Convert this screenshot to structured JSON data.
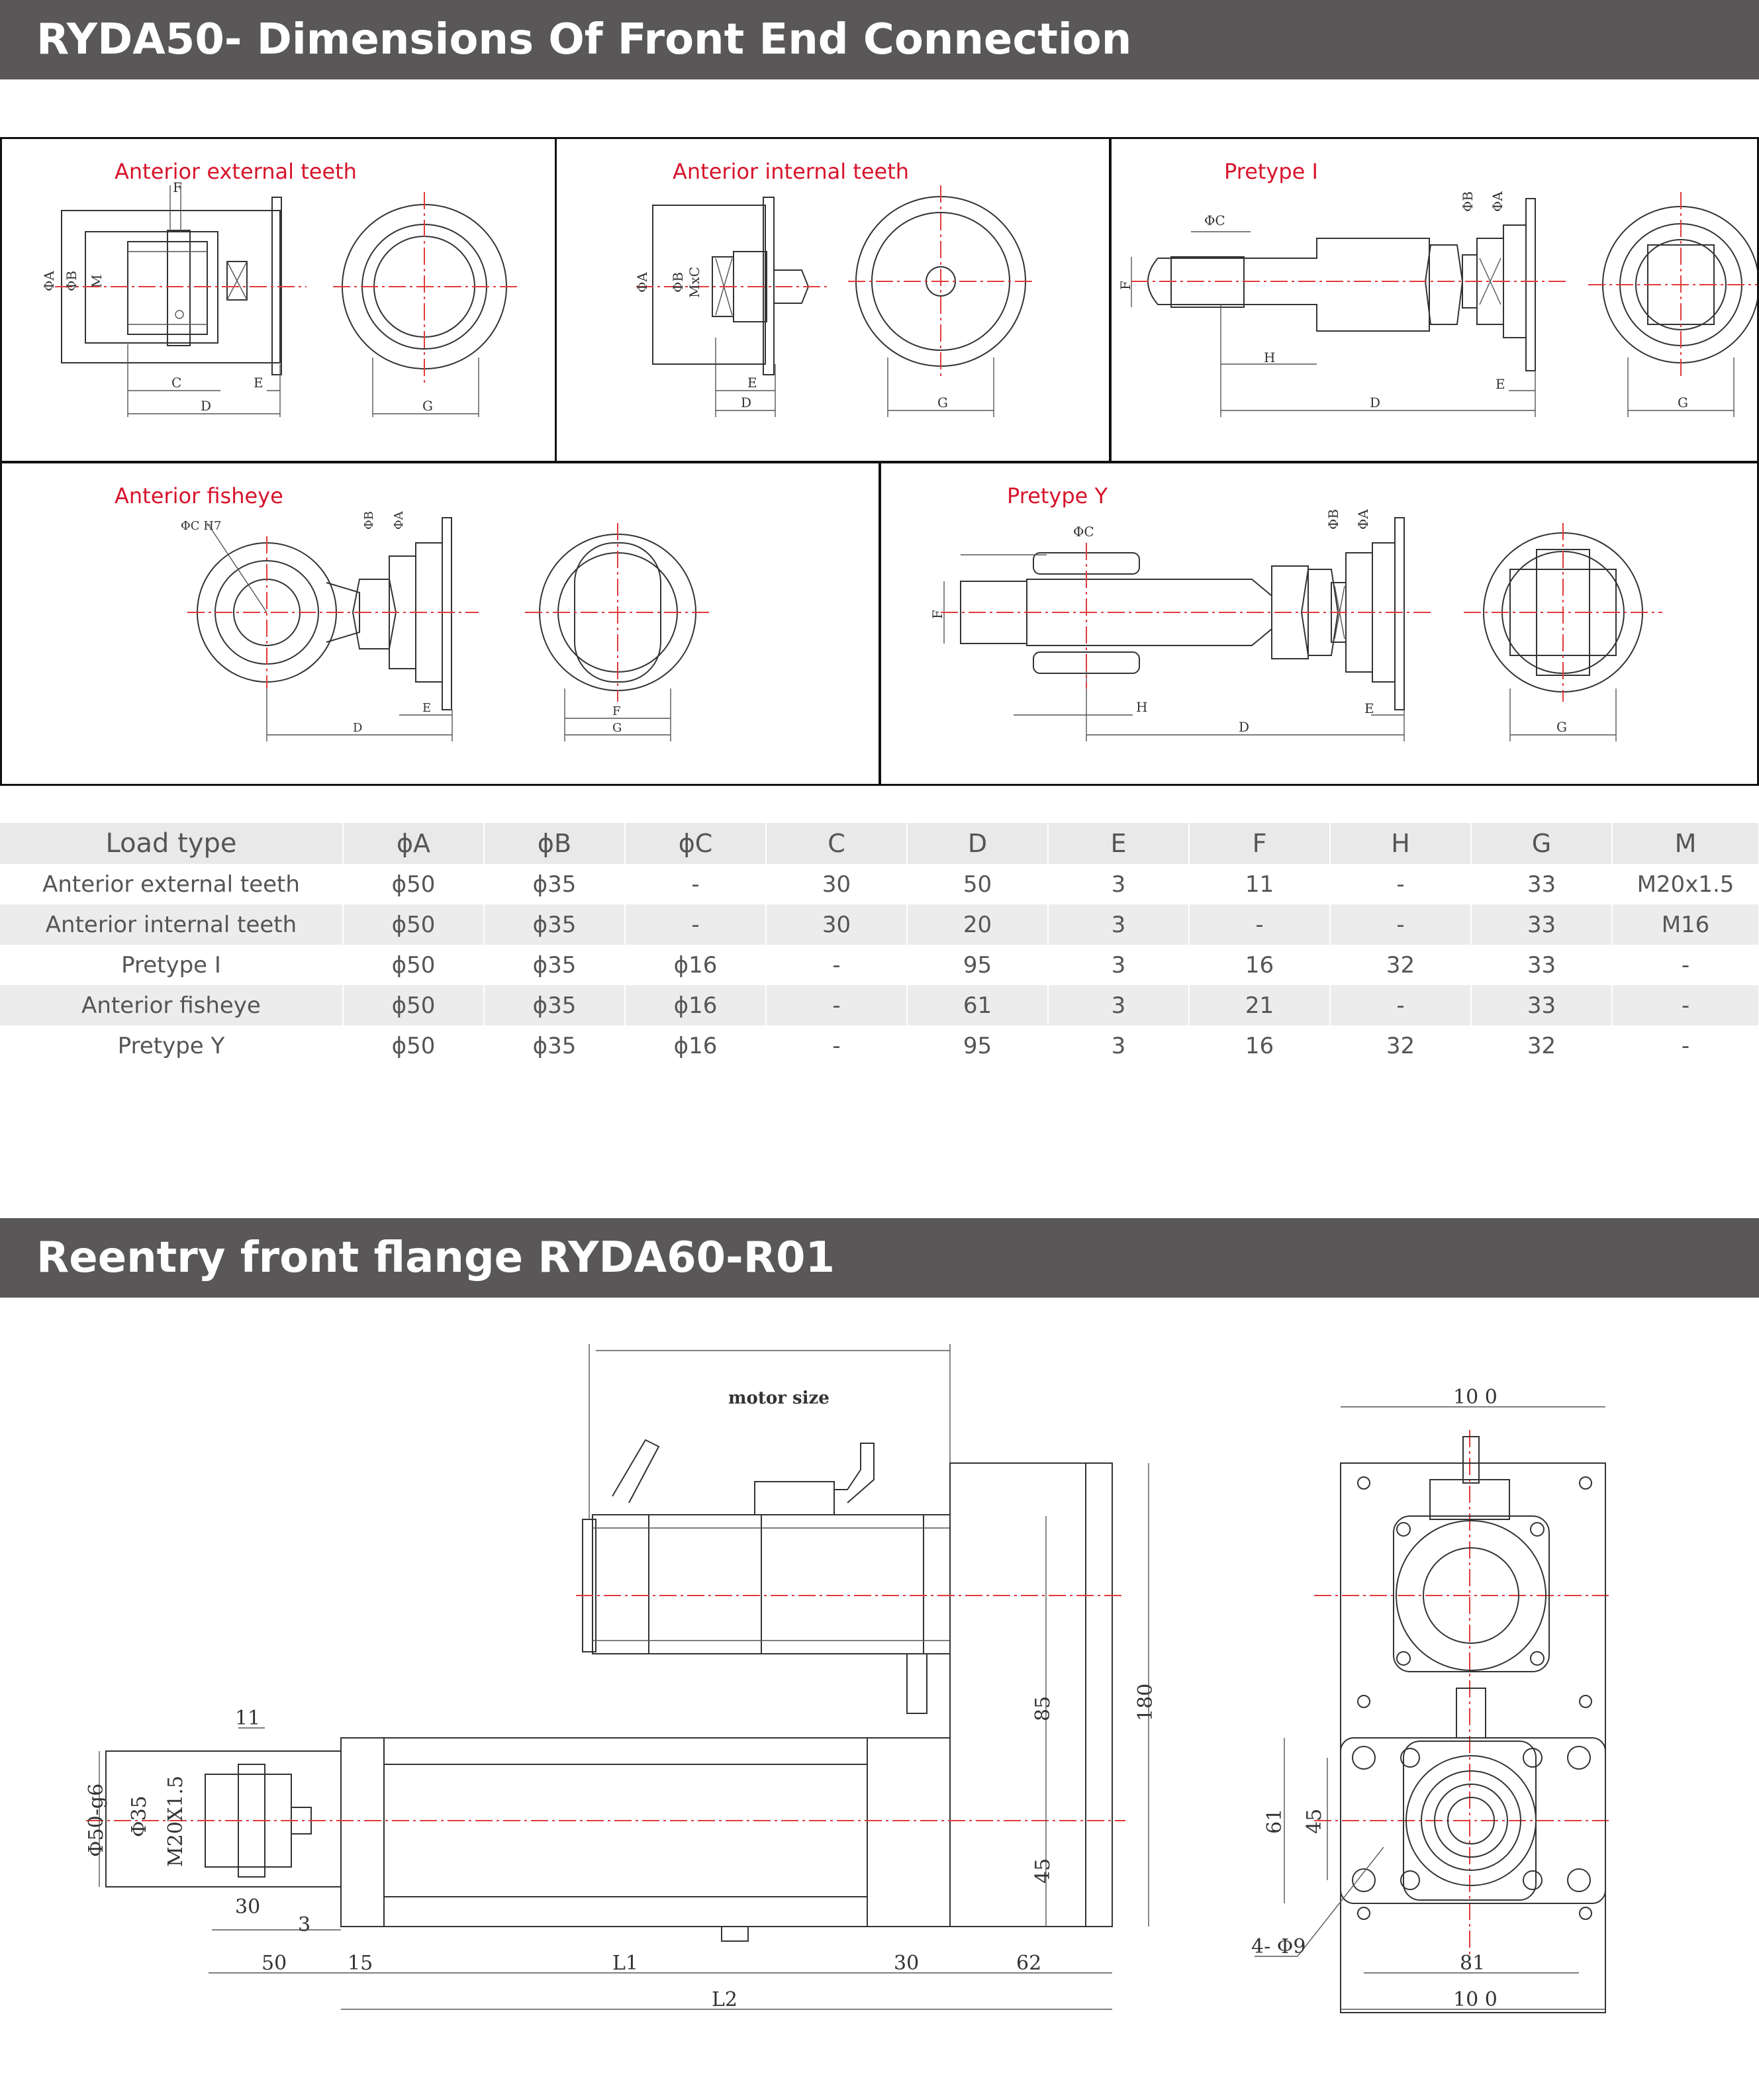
{
  "header1": {
    "title": "RYDA50- Dimensions Of Front End Connection"
  },
  "header2": {
    "title": "Reentry front flange RYDA60-R01"
  },
  "panels": [
    {
      "title": "Anterior external teeth"
    },
    {
      "title": "Anterior internal teeth"
    },
    {
      "title": "Pretype I"
    },
    {
      "title": "Anterior fisheye"
    },
    {
      "title": "Pretype Y"
    }
  ],
  "drawing_labels": {
    "phiA": "ΦA",
    "phiB": "ΦB",
    "phiC": "ΦC",
    "phiCH7": "ΦC H7",
    "C": "C",
    "D": "D",
    "E": "E",
    "F": "F",
    "G": "G",
    "H": "H",
    "M": "M",
    "MxC": "MxC"
  },
  "table": {
    "headers": [
      "Load type",
      "ϕA",
      "ϕB",
      "ϕC",
      "C",
      "D",
      "E",
      "F",
      "H",
      "G",
      "M"
    ],
    "rows": [
      [
        "Anterior external teeth",
        "ϕ50",
        "ϕ35",
        "-",
        "30",
        "50",
        "3",
        "11",
        "-",
        "33",
        "M20x1.5"
      ],
      [
        "Anterior internal teeth",
        "ϕ50",
        "ϕ35",
        "-",
        "30",
        "20",
        "3",
        "-",
        "-",
        "33",
        "M16"
      ],
      [
        "Pretype I",
        "ϕ50",
        "ϕ35",
        "ϕ16",
        "-",
        "95",
        "3",
        "16",
        "32",
        "33",
        "-"
      ],
      [
        "Anterior fisheye",
        "ϕ50",
        "ϕ35",
        "ϕ16",
        "-",
        "61",
        "3",
        "21",
        "-",
        "33",
        "-"
      ],
      [
        "Pretype Y",
        "ϕ50",
        "ϕ35",
        "ϕ16",
        "-",
        "95",
        "3",
        "16",
        "32",
        "32",
        "-"
      ]
    ]
  },
  "flange_drawing": {
    "motor_size": "motor size",
    "dims": {
      "d11": "11",
      "d50g6": "Φ50-g6",
      "d35": "Φ35",
      "m20": "M20X1.5",
      "d30a": "30",
      "d3": "3",
      "d50": "50",
      "d15": "15",
      "L1": "L1",
      "d30b": "30",
      "d62": "62",
      "L2": "L2",
      "d85": "85",
      "d45a": "45",
      "d180": "180",
      "d100top": "10 0",
      "d100bot": "10 0",
      "d81": "81",
      "d61": "61",
      "d45b": "45",
      "holes": "4- Φ9"
    }
  }
}
